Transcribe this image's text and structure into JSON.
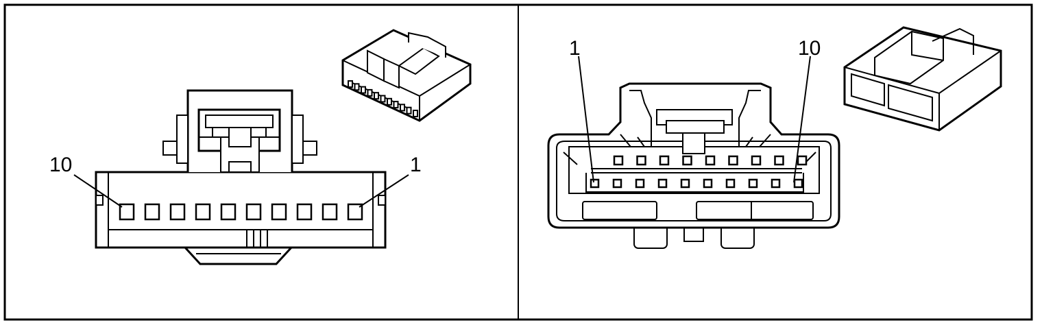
{
  "left_view": {
    "pin_label_left": "10",
    "pin_label_right": "1"
  },
  "right_view": {
    "pin_label_left": "1",
    "pin_label_right": "10"
  }
}
